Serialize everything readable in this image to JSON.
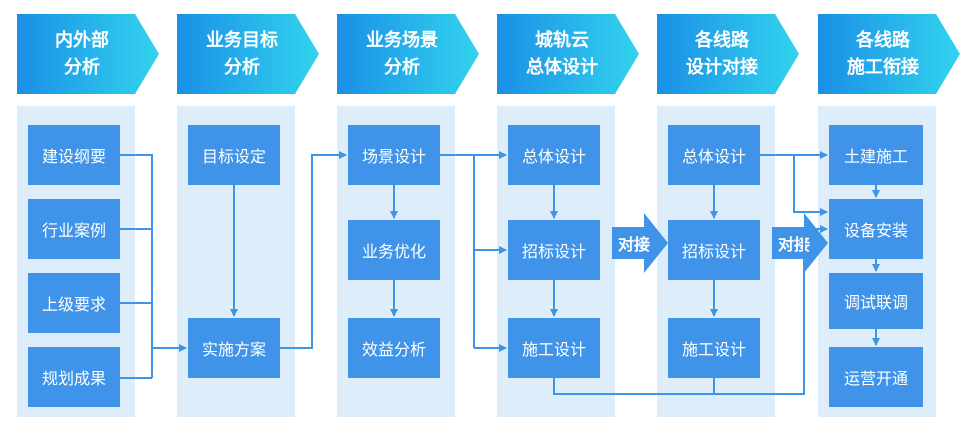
{
  "colors": {
    "header_gradient_start": "#1a8fe6",
    "header_gradient_end": "#33d3ee",
    "lane_bg": "#deedfa",
    "box_bg": "#3f94ea",
    "connector": "#3f94ea",
    "text_on_blue": "#ffffff"
  },
  "headers": [
    "内外部\n分析",
    "业务目标\n分析",
    "业务场景\n分析",
    "城轨云\n总体设计",
    "各线路\n设计对接",
    "各线路\n施工衔接"
  ],
  "columns": [
    {
      "boxes": [
        "建设纲要",
        "行业案例",
        "上级要求",
        "规划成果"
      ]
    },
    {
      "boxes": [
        "目标设定",
        "实施方案"
      ]
    },
    {
      "boxes": [
        "场景设计",
        "业务优化",
        "效益分析"
      ]
    },
    {
      "boxes": [
        "总体设计",
        "招标设计",
        "施工设计"
      ]
    },
    {
      "boxes": [
        "总体设计",
        "招标设计",
        "施工设计"
      ]
    },
    {
      "boxes": [
        "土建施工",
        "设备安装",
        "调试联调",
        "运营开通"
      ]
    }
  ],
  "handoffs": [
    "对接",
    "对接"
  ]
}
